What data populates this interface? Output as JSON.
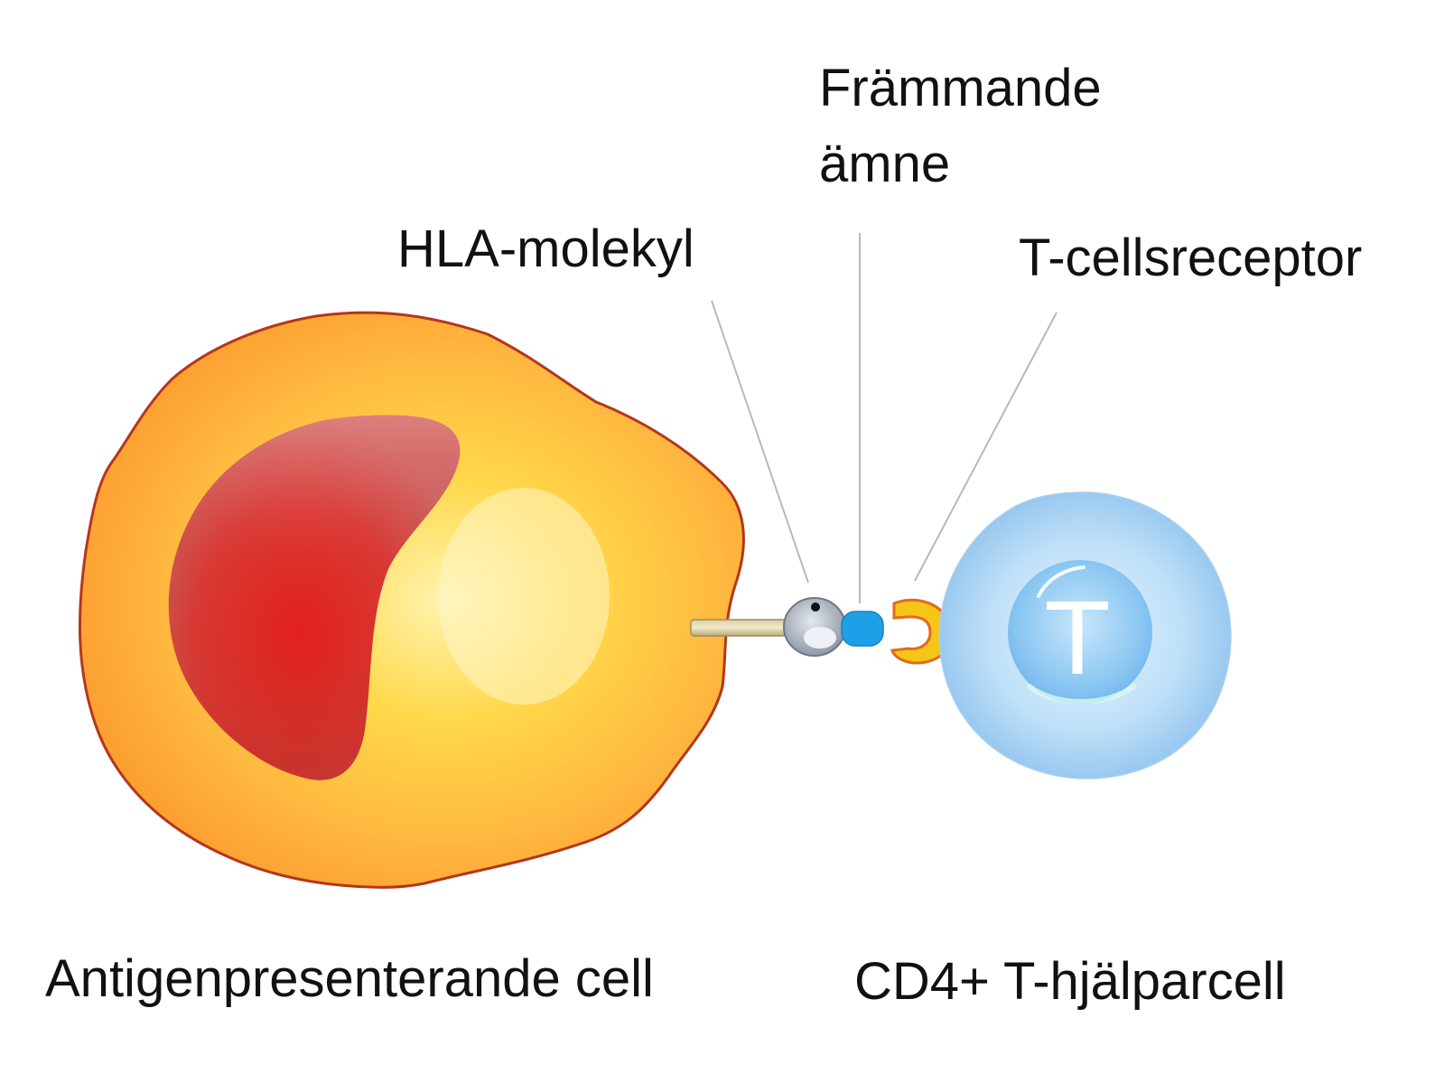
{
  "labels": {
    "foreign_substance_line1": "Främmande",
    "foreign_substance_line2": "ämne",
    "hla_molecule": "HLA-molekyl",
    "t_cell_receptor": "T-cellsreceptor",
    "antigen_presenting_cell": "Antigenpresenterande cell",
    "t_helper_cell": "CD4+ T-hjälparcell",
    "t_cell_letter": "T"
  },
  "colors": {
    "apc_body": "#FBA53A",
    "apc_outline": "#B5361C",
    "apc_nucleus": "#D42A1F",
    "hla_grey": "#A9B2BE",
    "antigen_blue": "#1DA0E8",
    "receptor_yellow": "#F5C518",
    "t_cell_blue": "#9FCDF3",
    "leader_line": "#B9B9B9"
  }
}
